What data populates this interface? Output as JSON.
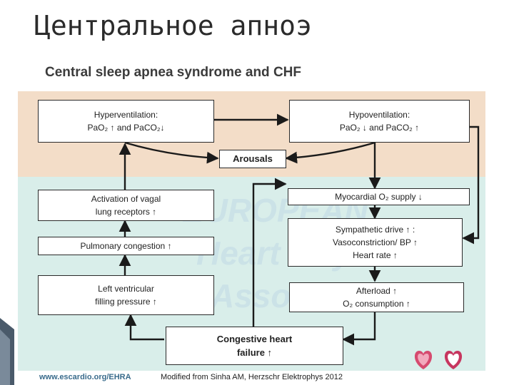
{
  "slide_title": "Центральное апноэ",
  "figure": {
    "title": "Central sleep apnea syndrome and CHF",
    "boxes": {
      "hyperventilation": {
        "line1": "Hyperventilation:",
        "line2": "PaO₂ ↑    and PaCO₂↓"
      },
      "hypoventilation": {
        "line1": "Hypoventilation:",
        "line2": "PaO₂ ↓    and PaCO₂ ↑"
      },
      "arousals": {
        "line1": "Arousals"
      },
      "vagal": {
        "line1": "Activation of vagal",
        "line2": "lung receptors ↑"
      },
      "myocardial": {
        "line1": "Myocardial O₂ supply ↓"
      },
      "pulmonary": {
        "line1": "Pulmonary congestion ↑"
      },
      "sympathetic": {
        "line1": "Sympathetic drive ↑ :",
        "line2": "Vasoconstriction/ BP ↑",
        "line3": "Heart rate ↑"
      },
      "lv_filling": {
        "line1": "Left ventricular",
        "line2": "filling pressure ↑"
      },
      "afterload": {
        "line1": "Afterload ↑",
        "line2": "O₂ consumption ↑"
      },
      "chf": {
        "line1": "Congestive heart",
        "line2": "failure ↑"
      }
    },
    "footer_url": "www.escardio.org/EHRA",
    "footer_ref": "Modified from Sinha AM, Herzschr Elektrophys 2012",
    "colors": {
      "peach_band": "#f3ddc8",
      "mint_band": "#d9eeea",
      "link_blue": "#3a6c8c",
      "logo_red": "#c7365f"
    }
  }
}
